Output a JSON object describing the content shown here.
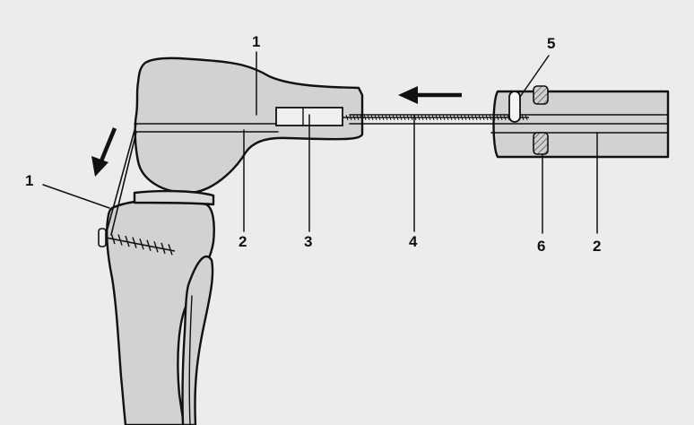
{
  "colors": {
    "background": "#ececec",
    "bone_fill": "#d2d2d2",
    "ink": "#111111",
    "wire_fill": "#f4f4f4",
    "ring_hatch": "#666666"
  },
  "labels": {
    "tendon_graft_femur": "1",
    "tendon_graft_tibia": "1",
    "femoral_tunnel": "2",
    "guide_tube": "2",
    "fixation_device": "3",
    "suture_wire": "4",
    "pin": "5",
    "ring_collar": "6"
  },
  "arrows": {
    "pull_direction": "arrow-left",
    "graft_direction": "arrow-down-left"
  }
}
